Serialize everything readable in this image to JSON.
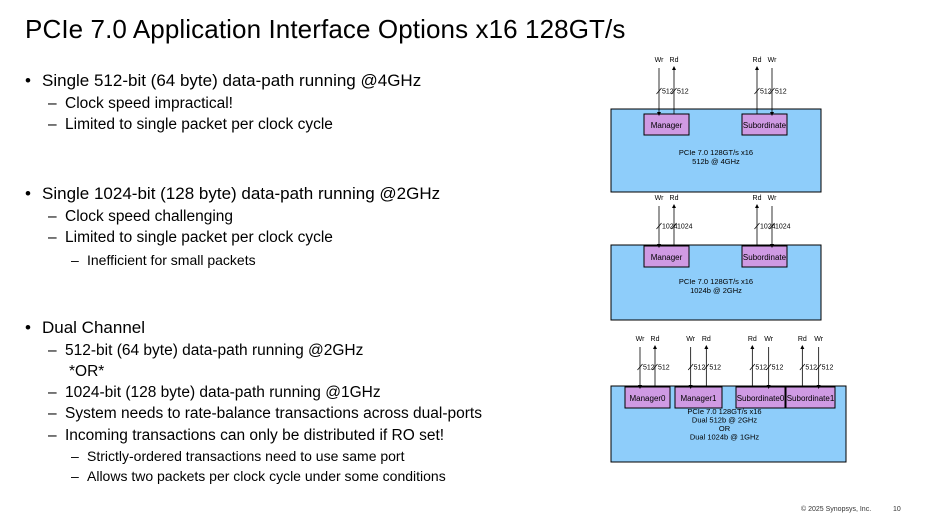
{
  "title": "PCIe 7.0 Application Interface Options x16 128GT/s",
  "sections": [
    {
      "heading": "Single 512-bit (64 byte) data-path running @4GHz",
      "items": [
        {
          "text": "Clock speed impractical!"
        },
        {
          "text": "Limited to single packet per clock cycle"
        }
      ]
    },
    {
      "heading": "Single 1024-bit (128 byte) data-path running @2GHz",
      "items": [
        {
          "text": "Clock speed challenging"
        },
        {
          "text": "Limited to single packet per clock cycle"
        },
        {
          "text": "Inefficient for small packets"
        }
      ]
    },
    {
      "heading": "Dual Channel",
      "items": [
        {
          "text": "512-bit (64 byte) data-path running @2GHz"
        },
        {
          "text": "*OR*"
        },
        {
          "text": "1024-bit (128 byte) data-path running @1GHz"
        },
        {
          "text": "System needs to rate-balance transactions across dual-ports"
        },
        {
          "text": "Incoming transactions can only be distributed if RO set!"
        },
        {
          "text": "Strictly-ordered transactions need to use same port"
        },
        {
          "text": "Allows two packets per clock cycle under some conditions"
        }
      ]
    }
  ],
  "diagrams": [
    {
      "ports": [
        {
          "label": "Manager",
          "signals": [
            {
              "dir": "Wr",
              "width": "512"
            },
            {
              "dir": "Rd",
              "width": "512"
            }
          ]
        },
        {
          "label": "Subordinate",
          "signals": [
            {
              "dir": "Rd",
              "width": "512"
            },
            {
              "dir": "Wr",
              "width": "512"
            }
          ]
        }
      ],
      "caption": [
        "PCIe 7.0 128GT/s x16",
        "512b @ 4GHz"
      ]
    },
    {
      "ports": [
        {
          "label": "Manager",
          "signals": [
            {
              "dir": "Wr",
              "width": "1024"
            },
            {
              "dir": "Rd",
              "width": "1024"
            }
          ]
        },
        {
          "label": "Subordinate",
          "signals": [
            {
              "dir": "Rd",
              "width": "1024"
            },
            {
              "dir": "Wr",
              "width": "1024"
            }
          ]
        }
      ],
      "caption": [
        "PCIe 7.0 128GT/s x16",
        "1024b @ 2GHz"
      ]
    },
    {
      "ports": [
        {
          "label": "Manager0",
          "signals": [
            {
              "dir": "Wr",
              "width": "512"
            },
            {
              "dir": "Rd",
              "width": "512"
            }
          ]
        },
        {
          "label": "Manager1",
          "signals": [
            {
              "dir": "Wr",
              "width": "512"
            },
            {
              "dir": "Rd",
              "width": "512"
            }
          ]
        },
        {
          "label": "Subordinate0",
          "signals": [
            {
              "dir": "Rd",
              "width": "512"
            },
            {
              "dir": "Wr",
              "width": "512"
            }
          ]
        },
        {
          "label": "Subordinate1",
          "signals": [
            {
              "dir": "Rd",
              "width": "512"
            },
            {
              "dir": "Wr",
              "width": "512"
            }
          ]
        }
      ],
      "caption": [
        "PCIe 7.0 128GT/s x16",
        "Dual 512b @ 2GHz",
        "OR",
        "Dual 1024b @ 1GHz"
      ]
    }
  ],
  "footer": {
    "copyright": "© 2025 Synopsys, Inc.",
    "page_number": "10"
  },
  "colors": {
    "block_fill": "#8ecdfa",
    "port_fill": "#cf9ae3"
  }
}
